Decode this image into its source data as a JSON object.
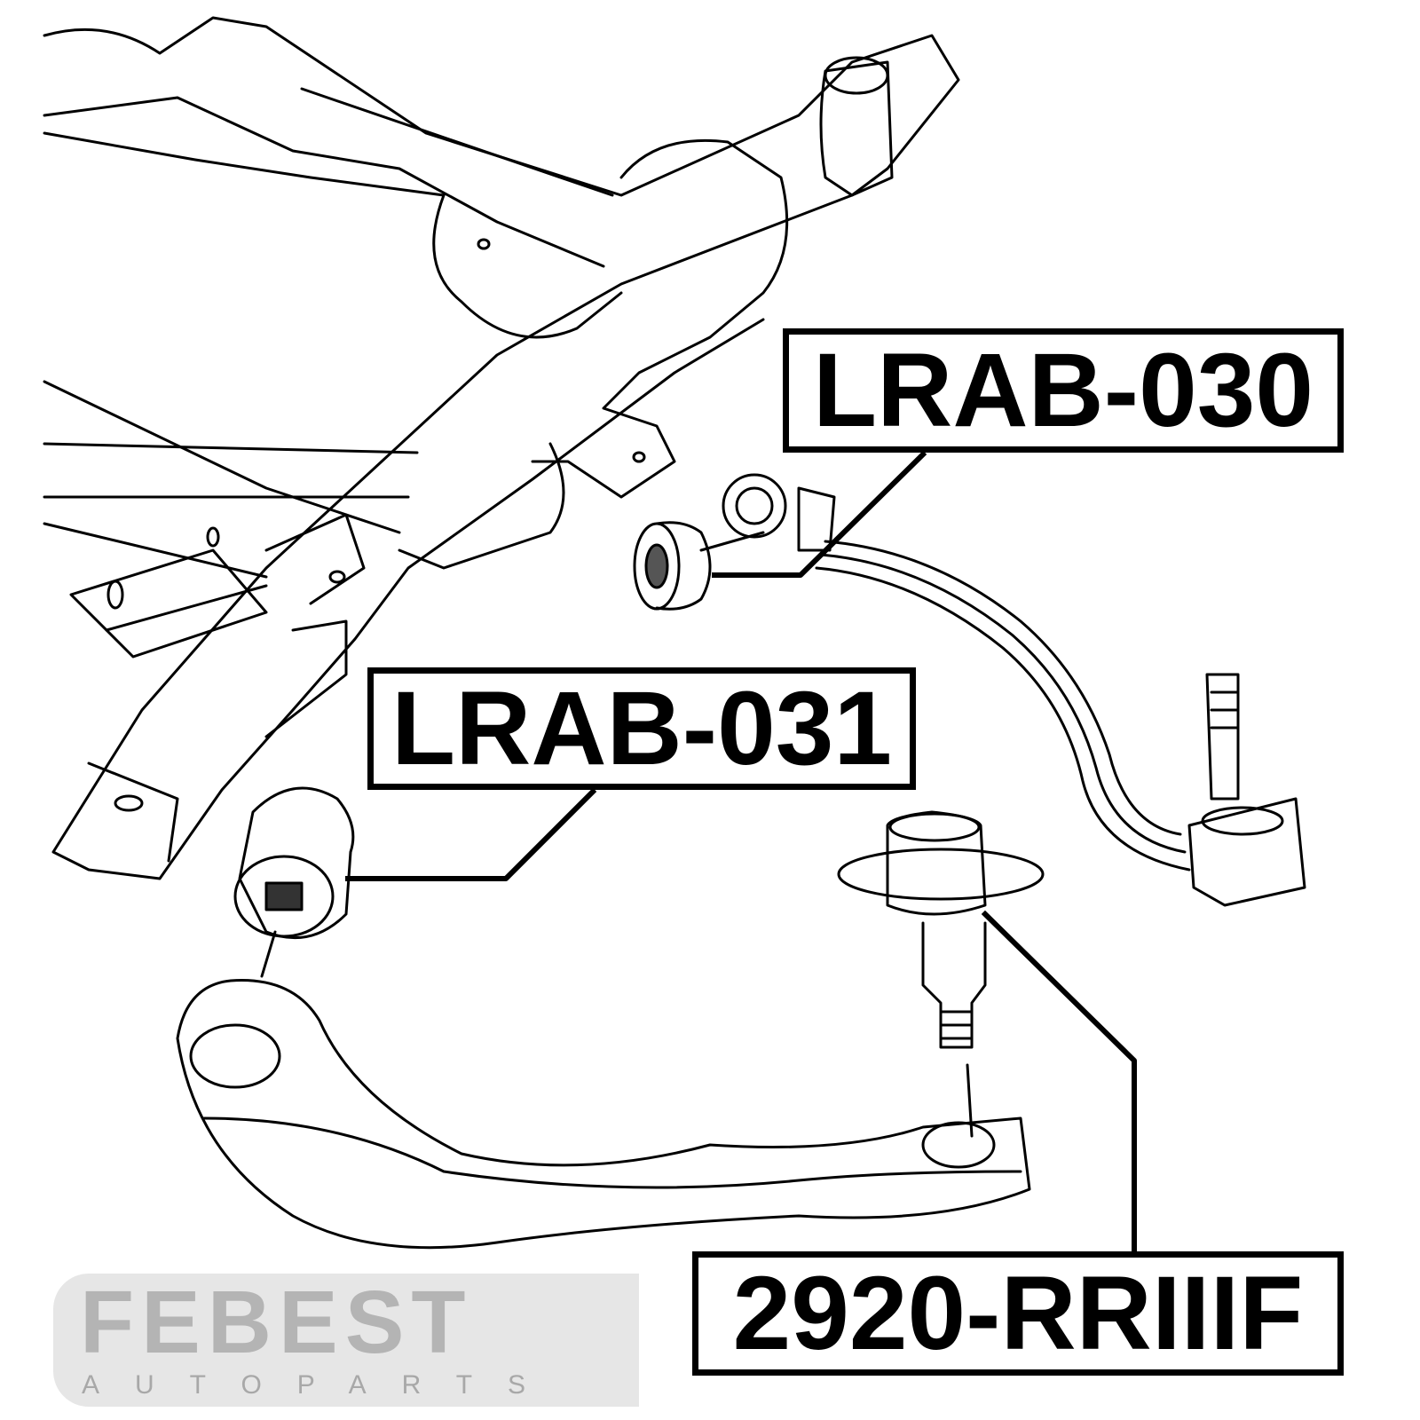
{
  "watermark": {
    "brand": "FEBEST",
    "subtitle": "AUTOPARTS"
  },
  "labels": [
    {
      "part_number": "LRAB-030"
    },
    {
      "part_number": "LRAB-031"
    },
    {
      "part_number": "2920-RRIIIF"
    }
  ]
}
